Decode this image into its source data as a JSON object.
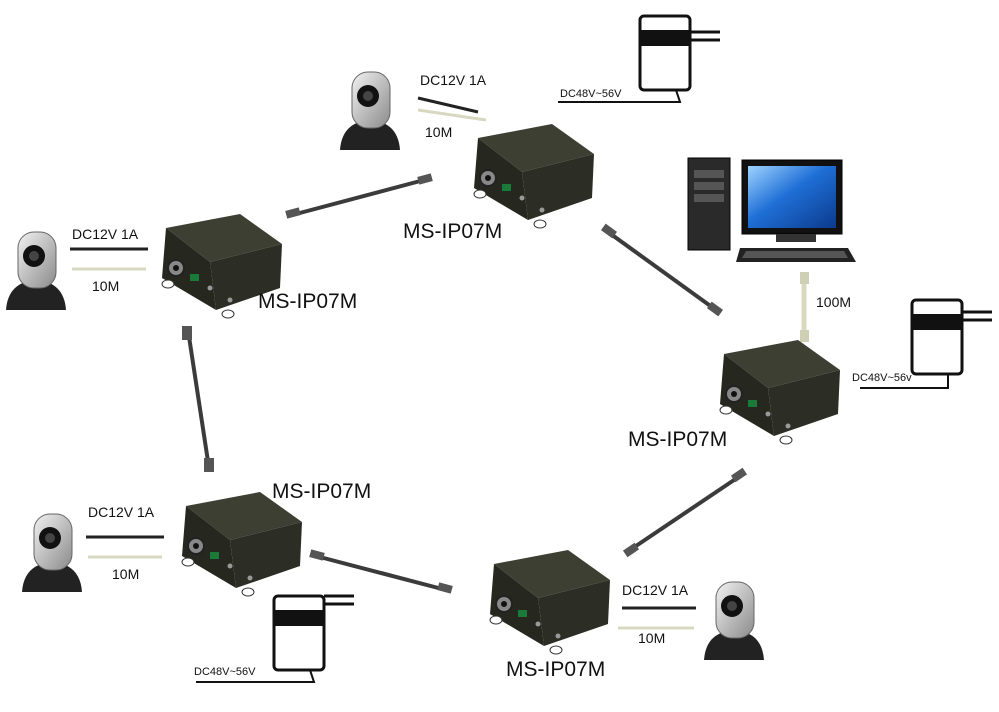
{
  "devices": [
    {
      "model": "MS-IP07M",
      "power": "DC12V 1A",
      "cable": "10M"
    },
    {
      "model": "MS-IP07M",
      "power": "DC12V 1A",
      "cable": "10M"
    },
    {
      "model": "MS-IP07M",
      "power": "DC12V 1A",
      "cable": "10M"
    },
    {
      "model": "MS-IP07M",
      "power": "DC12V 1A",
      "cable": "10M"
    },
    {
      "model": "MS-IP07M",
      "cable": "100M"
    }
  ],
  "adapters": [
    "DC48V~56V",
    "DC48V~56v",
    "DC48V~56V"
  ],
  "colors": {
    "enclosure": "#2c2d24",
    "enclosure_top": "#3e3f33",
    "cable": "#3b3b3b",
    "camera": "#222222",
    "monitor": "#1f6fd6"
  }
}
